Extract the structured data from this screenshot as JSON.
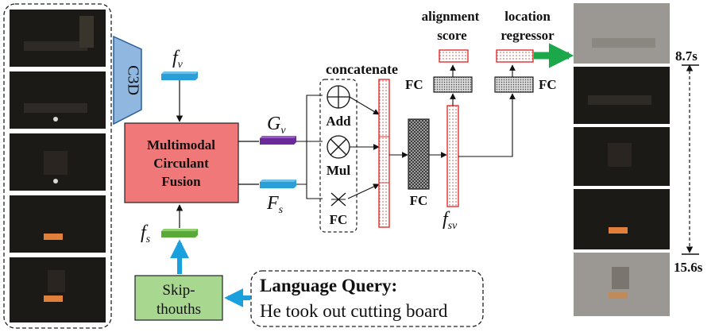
{
  "features": {
    "c3d": "C3D",
    "f_v": "f",
    "f_v_sub": "v",
    "f_s": "f",
    "f_s_sub": "s",
    "G_v": "G",
    "G_v_sub": "v",
    "F_s": "F",
    "F_s_sub": "s",
    "f_sv": "f",
    "f_sv_sub": "sv"
  },
  "fusion": {
    "line1": "Multimodal",
    "line2": "Circulant",
    "line3": "Fusion"
  },
  "text_encoder": {
    "line1": "Skip-",
    "line2": "thouths"
  },
  "query": {
    "title": "Language Query:",
    "text": "He took out cutting board"
  },
  "ops": {
    "concatenate": "concatenate",
    "add": "Add",
    "mul": "Mul",
    "fc": "FC"
  },
  "heads": {
    "fc_mid": "FC",
    "fc_score": "FC",
    "fc_loc": "FC",
    "alignment_line1": "alignment",
    "alignment_line2": "score",
    "location_line1": "location",
    "location_line2": "regressor"
  },
  "timeline": {
    "start": "8.7s",
    "end": "15.6s"
  },
  "colors": {
    "fusion_box": "#f07878",
    "encoder_box": "#a8d890",
    "fv_bar": "#2a9ed6",
    "gv_bar": "#6a2a9a",
    "fs_bar": "#5aaa3a",
    "arrow_cyan": "#1aa0dc",
    "arrow_green": "#1aa84a",
    "red_outline": "#e03030",
    "c3d_fill": "#8fb7e0"
  }
}
